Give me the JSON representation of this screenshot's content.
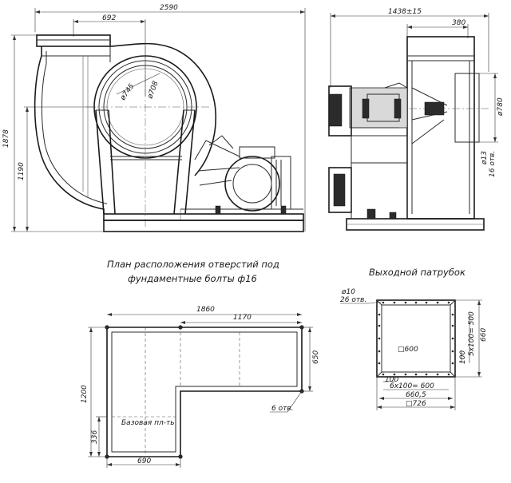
{
  "dimensions": {
    "overall_width": "2590",
    "inlet_offset": "692",
    "overall_height": "1878",
    "shaft_height": "1190",
    "inlet_outer_dia": "ø745",
    "inlet_inner_dia": "ø708",
    "side_width": "1438±15",
    "side_outlet": "380",
    "side_dia": "ø780",
    "side_13": "ø13",
    "side_16": "16 отв."
  },
  "plan": {
    "title_line1": "План расположения отверстий под",
    "title_line2": "фундаментные болты ф16",
    "width_total": "1860",
    "width_upper": "1170",
    "height_right": "650",
    "height_left": "1200",
    "step_height": "336",
    "base_width": "690",
    "base_plate_label": "Базовая пл-ть",
    "holes_label": "6 отв."
  },
  "outlet": {
    "title": "Выходной патрубок",
    "hole_dia": "ø10",
    "hole_count": "26 отв.",
    "inner_square": "□600",
    "spacing_x": "6х100= 600",
    "spacing_y": "5х100= 500",
    "offset_x": "100",
    "offset_y": "100",
    "bolt_span": "660,5",
    "flange_span": "660",
    "outer_square": "□726"
  }
}
